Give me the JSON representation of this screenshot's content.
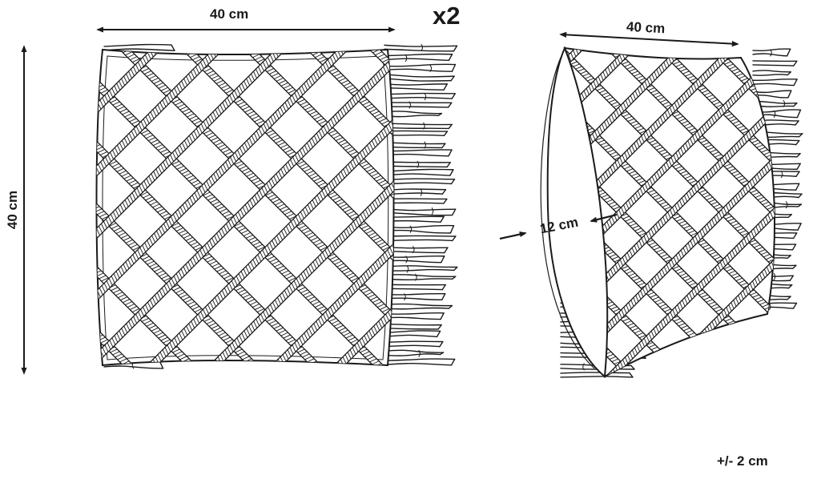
{
  "dimensions": {
    "width_front": "40 cm",
    "height_front": "40 cm",
    "width_side": "40 cm",
    "depth_side": "12 cm"
  },
  "quantity": "x2",
  "tolerance": "+/- 2 cm",
  "line_color": "#1a1a1a",
  "icons": {
    "front_view": "square-cushion-macrame-fringe",
    "side_view": "cushion-side-view-macrame-fringe"
  }
}
